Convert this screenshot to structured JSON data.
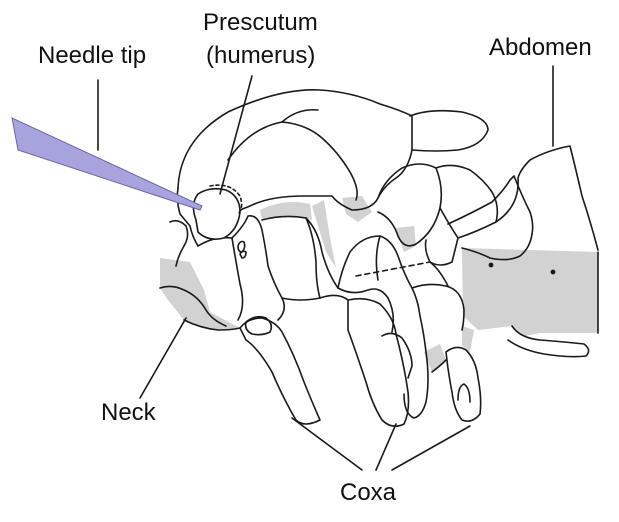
{
  "labels": {
    "needle_tip": "Needle tip",
    "prescutum_line1": "Prescutum",
    "prescutum_line2": "(humerus)",
    "abdomen": "Abdomen",
    "neck": "Neck",
    "coxa": "Coxa"
  },
  "colors": {
    "outline": "#1a1a1a",
    "membrane_fill": "#d2d2d2",
    "needle_fill": "#a7a3dc",
    "background": "#ffffff"
  }
}
